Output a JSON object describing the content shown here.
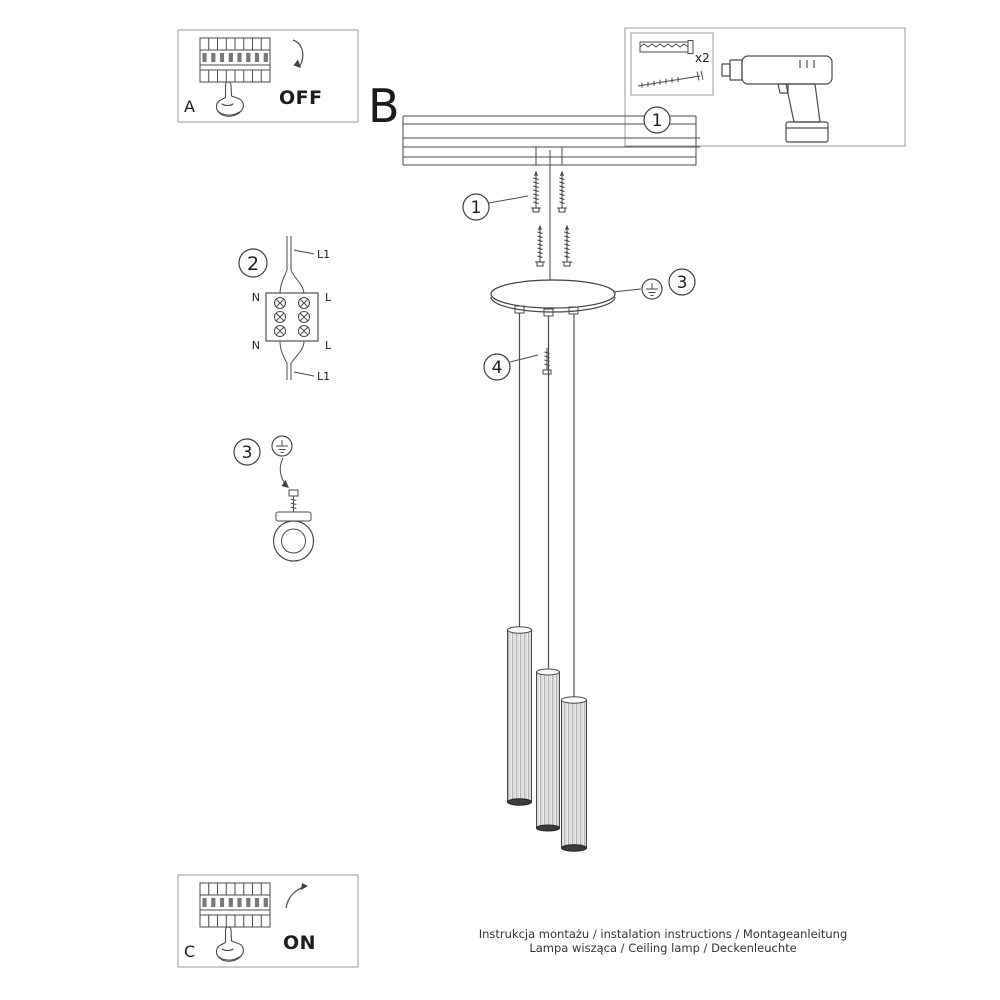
{
  "labels": {
    "step_a": "A",
    "step_b": "B",
    "step_c": "C",
    "state_off": "OFF",
    "state_on": "ON",
    "callout_1": "1",
    "callout_2": "2",
    "callout_3": "3",
    "callout_4": "4",
    "anchor_count": "x2"
  },
  "wiring": {
    "n": "N",
    "l": "L",
    "l1": "L1"
  },
  "footer": {
    "line1": "Instrukcja montażu / instalation instructions / Montageanleitung",
    "line2": "Lampa wisząca / Ceiling lamp / Deckenleuchte"
  },
  "colors": {
    "line": "#4a4a4a",
    "box_border": "#9a9a9a",
    "text": "#1c1c1c"
  }
}
